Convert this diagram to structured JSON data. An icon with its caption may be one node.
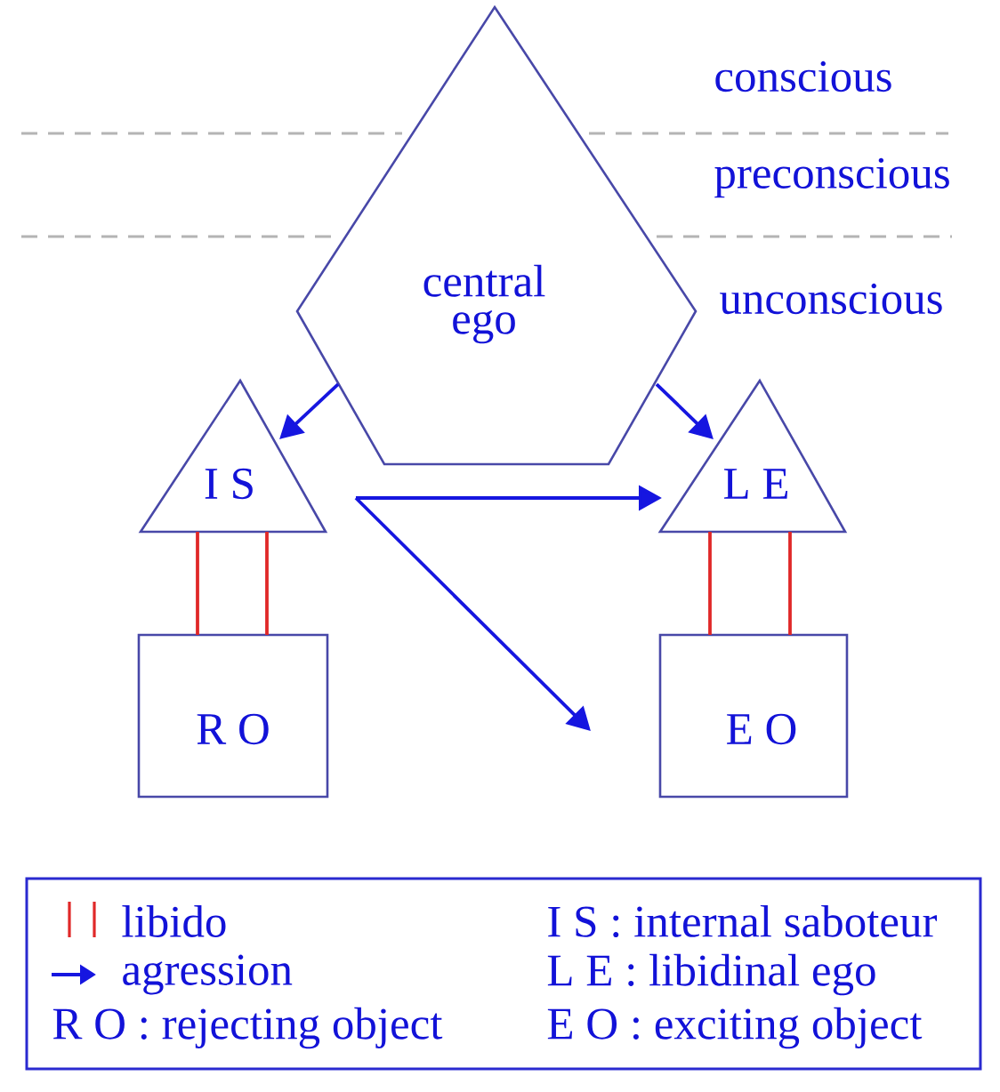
{
  "diagram": {
    "nodes": [
      {
        "text": [
          "central ego"
        ]
      },
      {
        "text": [
          "I S"
        ]
      },
      {
        "text": [
          "L E"
        ]
      },
      {
        "text": [
          "R O"
        ]
      },
      {
        "text": [
          "E O"
        ]
      }
    ],
    "edges": [
      {
        "from": 0,
        "to": 1,
        "arrow": "to"
      },
      {
        "from": 0,
        "to": 2,
        "arrow": "to"
      },
      {
        "from": 1,
        "to": 2,
        "arrow": "to"
      },
      {
        "from": 1,
        "to": null,
        "arrow": "to"
      },
      {
        "from": 1,
        "to": 3,
        "arrow": "none",
        "color": "#e02828"
      },
      {
        "from": 1,
        "to": 3,
        "arrow": "none",
        "color": "#e02828"
      },
      {
        "from": 2,
        "to": 4,
        "arrow": "none",
        "color": "#e02828"
      },
      {
        "from": 2,
        "to": 4,
        "arrow": "none",
        "color": "#e02828"
      }
    ],
    "labels": [
      "conscious",
      "preconscious",
      "unconscious"
    ],
    "legend": [
      {
        "text": "libido"
      },
      {
        "text": "agression"
      },
      {
        "text": "R O : rejecting object"
      },
      {
        "text": "I S : internal saboteur"
      },
      {
        "text": "L E : libidinal ego"
      },
      {
        "text": "E O : exciting object"
      }
    ]
  }
}
